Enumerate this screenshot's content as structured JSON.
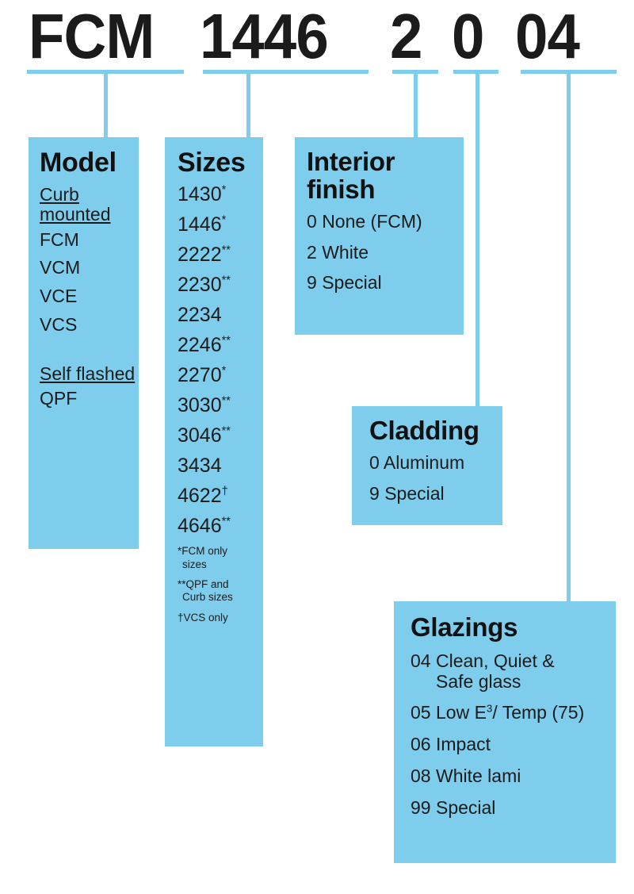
{
  "colors": {
    "accent": "#7FCDEC",
    "text": "#1b1b1b",
    "background": "#ffffff"
  },
  "code": {
    "segments": [
      {
        "text": "FCM",
        "refers_to": "Model"
      },
      {
        "text": "1446",
        "refers_to": "Sizes"
      },
      {
        "text": "2",
        "refers_to": "Interior finish"
      },
      {
        "text": "0",
        "refers_to": "Cladding"
      },
      {
        "text": "04",
        "refers_to": "Glazings"
      }
    ],
    "full": "FCM 1446 2 0 04"
  },
  "model": {
    "title": "Model",
    "group_curb": "Curb mounted",
    "curb_options": [
      "FCM",
      "VCM",
      "VCE",
      "VCS"
    ],
    "group_self": "Self flashed",
    "self_options": [
      "QPF"
    ]
  },
  "sizes": {
    "title": "Sizes",
    "options": [
      {
        "value": "1430",
        "marker": "*"
      },
      {
        "value": "1446",
        "marker": "*"
      },
      {
        "value": "2222",
        "marker": "**"
      },
      {
        "value": "2230",
        "marker": "**"
      },
      {
        "value": "2234",
        "marker": ""
      },
      {
        "value": "2246",
        "marker": "**"
      },
      {
        "value": "2270",
        "marker": "*"
      },
      {
        "value": "3030",
        "marker": "**"
      },
      {
        "value": "3046",
        "marker": "**"
      },
      {
        "value": "3434",
        "marker": ""
      },
      {
        "value": "4622",
        "marker": "†"
      },
      {
        "value": "4646",
        "marker": "**"
      }
    ],
    "footnotes": [
      {
        "marker": "*",
        "line1": "FCM only",
        "line2": "sizes"
      },
      {
        "marker": "**",
        "line1": "QPF and",
        "line2": "Curb sizes"
      },
      {
        "marker": "†",
        "line1": "VCS only",
        "line2": ""
      }
    ]
  },
  "interior_finish": {
    "title_line1": "Interior",
    "title_line2": "finish",
    "options": [
      {
        "code": "0",
        "label": "None (FCM)"
      },
      {
        "code": "2",
        "label": "White"
      },
      {
        "code": "9",
        "label": "Special"
      }
    ]
  },
  "cladding": {
    "title": "Cladding",
    "options": [
      {
        "code": "0",
        "label": "Aluminum"
      },
      {
        "code": "9",
        "label": "Special"
      }
    ]
  },
  "glazings": {
    "title": "Glazings",
    "options": [
      {
        "code": "04",
        "label": "Clean, Quiet &",
        "label2": "Safe glass"
      },
      {
        "code": "05",
        "label_pre": "Low E",
        "sup": "3",
        "label_post": "/ Temp (75)"
      },
      {
        "code": "06",
        "label": "Impact"
      },
      {
        "code": "08",
        "label": "White lami"
      },
      {
        "code": "99",
        "label": "Special"
      }
    ]
  }
}
